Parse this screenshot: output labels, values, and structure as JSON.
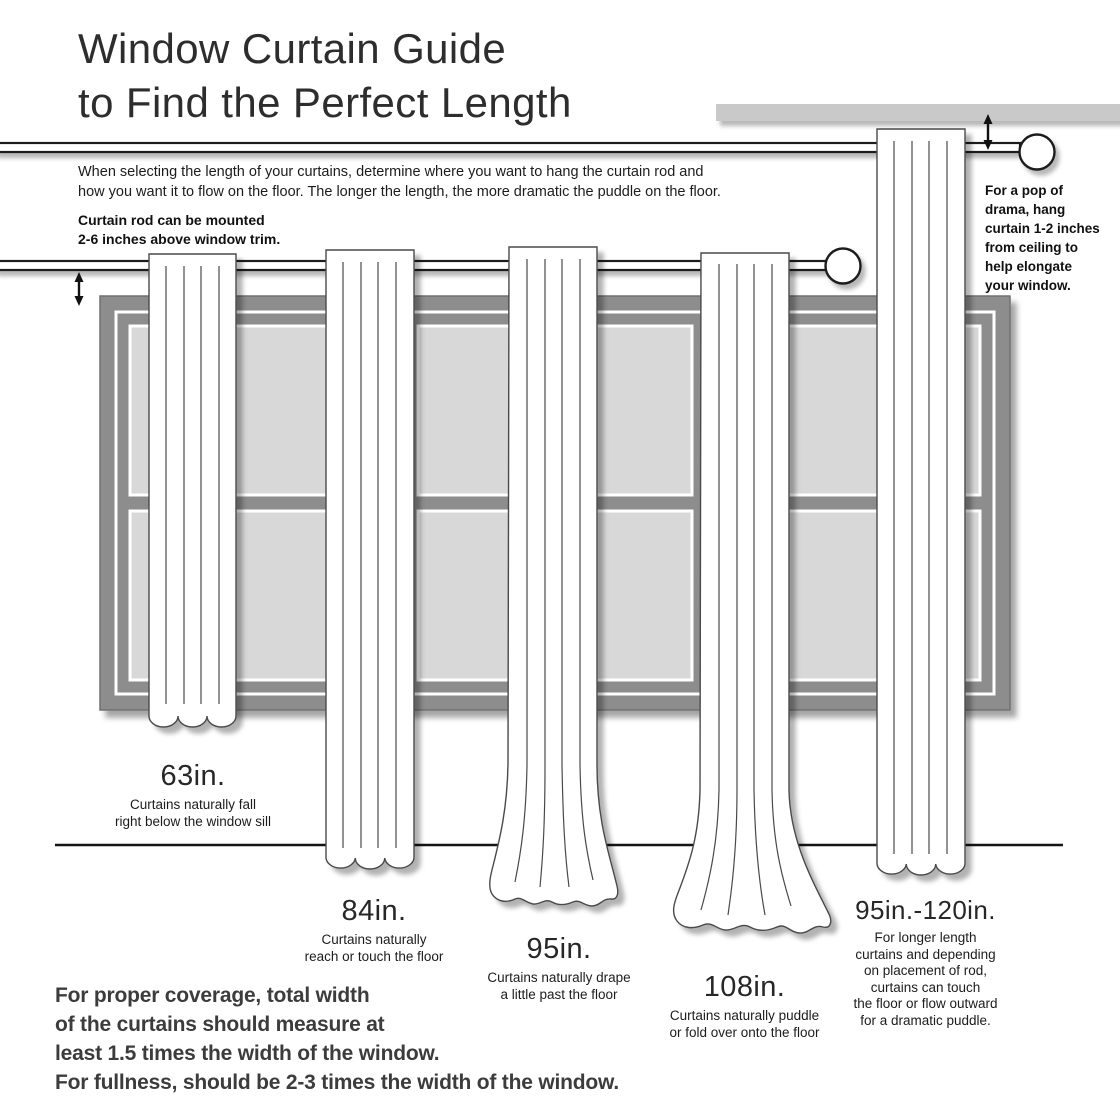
{
  "title": {
    "line1": "Window Curtain Guide",
    "line2": "to Find the Perfect Length"
  },
  "intro": "When selecting the length of your curtains, determine where you want to hang the curtain rod and\nhow you want it to flow on the floor. The longer the length, the more dramatic the puddle on the floor.",
  "rod_note": "Curtain rod can be mounted\n2-6 inches above window trim.",
  "ceiling_note": "For a pop of\ndrama, hang\ncurtain 1-2 inches\nfrom ceiling to\nhelp elongate\nyour window.",
  "curtains": [
    {
      "id": "63in",
      "label": "63in.",
      "caption": "Curtains naturally fall\nright below the window sill"
    },
    {
      "id": "84in",
      "label": "84in.",
      "caption": "Curtains naturally\nreach or touch the floor"
    },
    {
      "id": "95in",
      "label": "95in.",
      "caption": "Curtains naturally drape\na little past the floor"
    },
    {
      "id": "108in",
      "label": "108in.",
      "caption": "Curtains naturally puddle\nor fold over onto the floor"
    },
    {
      "id": "95-120in",
      "label": "95in.-120in.",
      "caption": "For longer length\ncurtains and depending\non placement of rod,\ncurtains can touch\nthe floor or flow outward\nfor a dramatic puddle."
    }
  ],
  "footer": "For proper coverage, total width\nof the curtains should measure at\nleast 1.5 times the width of the window.\nFor fullness, should be 2-3 times the width of the window.",
  "colors": {
    "frame": "#8d8d8d",
    "pane": "#d8d8d8",
    "ceiling_bar": "#c9c9c9",
    "line": "#1a1a1a",
    "curtain_outline": "#4a4a4a"
  }
}
